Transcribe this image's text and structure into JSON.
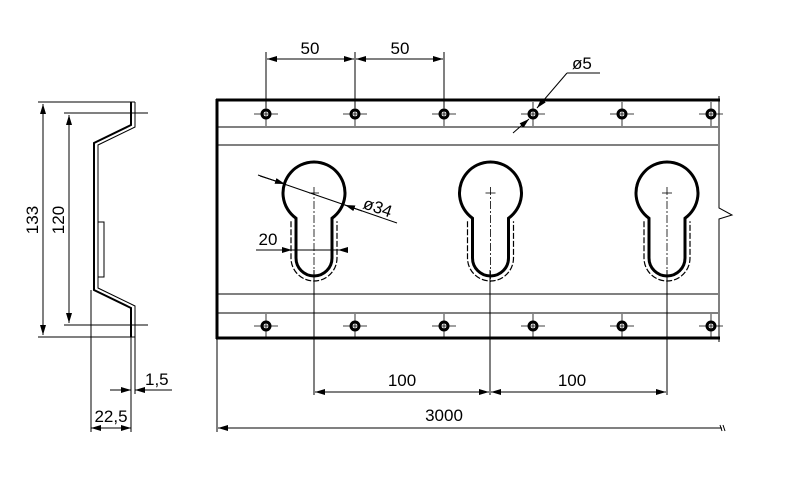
{
  "drawing": {
    "title": "Mounting rail with keyhole slots",
    "ink_color": "#000000",
    "background": "#ffffff",
    "dimensions": {
      "profile_height_outer": "133",
      "profile_height_inner": "120",
      "material_thickness": "1,5",
      "profile_depth": "22,5",
      "hole_pitch_1": "50",
      "hole_pitch_2": "50",
      "hole_diameter": "ø5",
      "keyhole_diameter": "ø34",
      "slot_width": "20",
      "keyhole_pitch_1": "100",
      "keyhole_pitch_2": "100",
      "total_length": "3000"
    },
    "mounting_holes_per_row": 6,
    "keyhole_count": 3
  }
}
